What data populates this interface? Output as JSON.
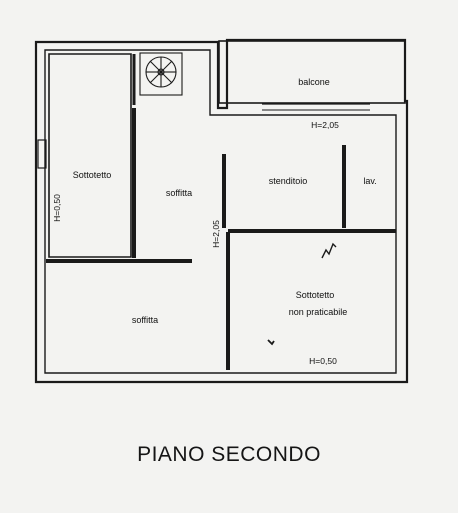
{
  "plan": {
    "rooms": {
      "balcone": "balcone",
      "sottotetto_left": "Sottotetto",
      "soffitta_upper": "soffitta",
      "stenditoio": "stenditoio",
      "lavanderia": "lav.",
      "soffitta_lower": "soffitta",
      "sottotetto_np_line1": "Sottotetto",
      "sottotetto_np_line2": "non praticabile"
    },
    "dimensions": {
      "h_balcony": "H=2,05",
      "h_left_wall": "H=0,50",
      "h_center": "H=2,05",
      "h_bottom": "H=0,50"
    }
  },
  "caption": "PIANO SECONDO"
}
